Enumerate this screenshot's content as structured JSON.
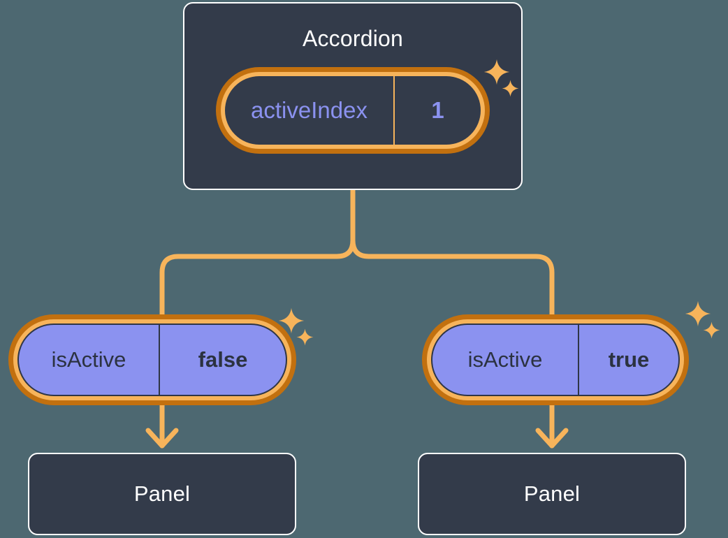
{
  "diagram": {
    "title": "Accordion component state tree",
    "type": "tree",
    "colors": {
      "background": "#4d6871",
      "node_fill": "#333b4a",
      "node_border": "#ffffff",
      "chip_fill": "#8b92f0",
      "ring_outer": "#c2700f",
      "ring_inner": "#f7b45b",
      "connector": "#f7b45b",
      "key_text_top": "#8b92f0",
      "key_text_child": "#2b3240"
    }
  },
  "root": {
    "label": "Accordion",
    "state": {
      "key": "activeIndex",
      "value": "1"
    },
    "sparkle_icon": "sparkles-icon"
  },
  "branches": [
    {
      "side": "left",
      "state": {
        "key": "isActive",
        "value": "false"
      },
      "child": {
        "label": "Panel"
      },
      "sparkle_icon": "sparkles-icon",
      "arrow_icon": "arrow-down-icon"
    },
    {
      "side": "right",
      "state": {
        "key": "isActive",
        "value": "true"
      },
      "child": {
        "label": "Panel"
      },
      "sparkle_icon": "sparkles-icon",
      "arrow_icon": "arrow-down-icon"
    }
  ]
}
